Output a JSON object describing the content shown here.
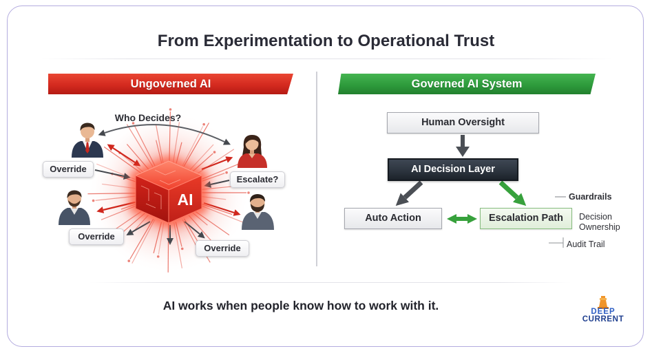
{
  "title": "From Experimentation to Operational Trust",
  "colors": {
    "ungoverned": "#d42a1f",
    "governed": "#2e9b3c",
    "decision_node": "#2b333d",
    "card_border": "#b3abdf",
    "logo_orange": "#f0952b",
    "logo_blue": "#2f5fc4"
  },
  "left_panel": {
    "banner": "Ungoverned AI",
    "question": "Who Decides?",
    "core_label": "AI",
    "labels": {
      "override_top": "Override",
      "escalate": "Escalate?",
      "override_bottom_left": "Override",
      "override_bottom_right": "Override"
    },
    "icons": [
      "businessman-icon",
      "woman-icon",
      "man-icon",
      "bearded-man-icon",
      "ai-cube-icon"
    ]
  },
  "right_panel": {
    "banner": "Governed AI System",
    "nodes": {
      "human_oversight": "Human Oversight",
      "ai_decision_layer": "AI Decision Layer",
      "auto_action": "Auto Action",
      "escalation_path": "Escalation Path"
    },
    "annotations": {
      "guardrails": "Guardrails",
      "decision_ownership": "Decision Ownership",
      "audit_trail": "Audit Trail"
    }
  },
  "footer": {
    "tagline": "AI works when people know how to work with it.",
    "logo": {
      "line1": "DEEP",
      "line2": "CURRENT",
      "icon": "lighthouse-logo-icon"
    }
  }
}
